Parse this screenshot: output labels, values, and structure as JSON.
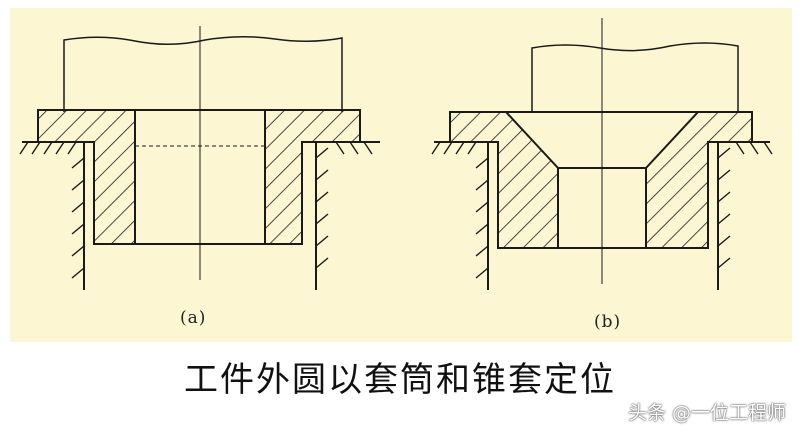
{
  "figure": {
    "label_a": "(a)",
    "label_b": "(b)",
    "line_color": "#1a1a1a",
    "background_color": "#fcf6d2"
  },
  "caption": "工件外圆以套筒和锥套定位",
  "watermark": "头条 @一位工程师"
}
